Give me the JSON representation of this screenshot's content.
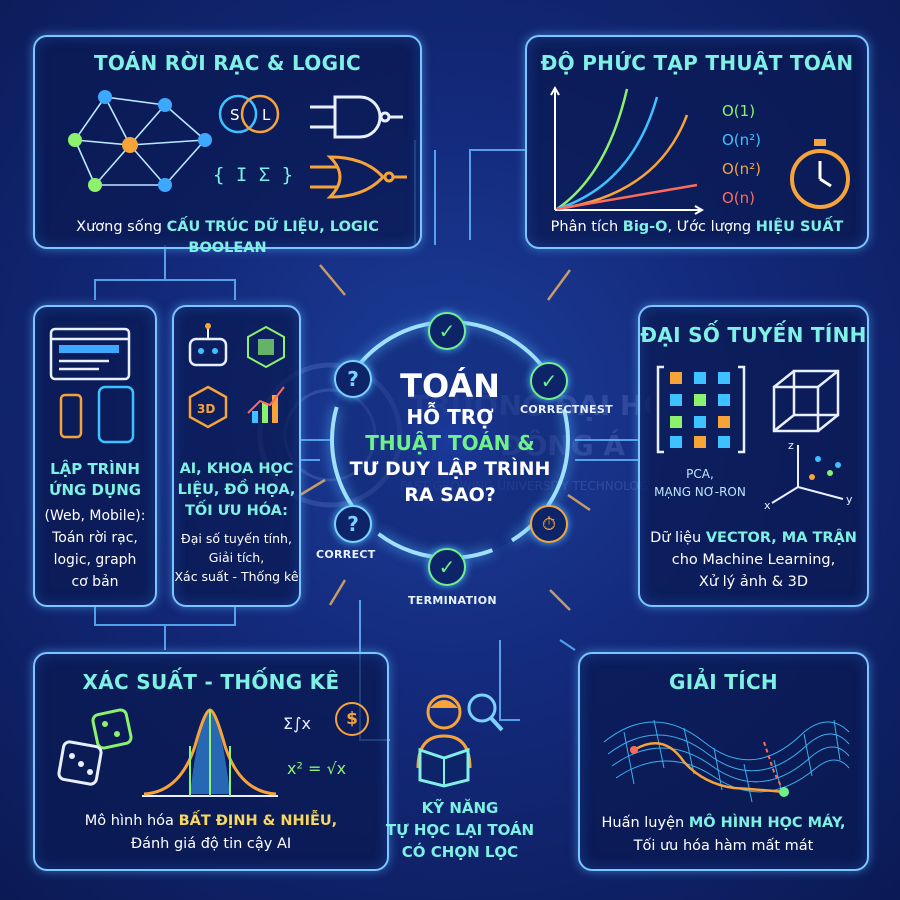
{
  "center": {
    "line1": "TOÁN",
    "line2": "HỖ TRỢ",
    "line3": "THUẬT TOÁN &",
    "line4": "TƯ DUY LẬP TRÌNH",
    "line5": "RA SAO?",
    "tags": {
      "correctnest": "CORRECTNEST",
      "correct": "CORRECT",
      "termination": "TERMINATION"
    },
    "question_mark": "?"
  },
  "discrete": {
    "title": "TOÁN RỜI RẠC & LOGIC",
    "caption_prefix": "Xương sống ",
    "caption_highlight": "CẤU TRÚC DỮ LIỆU, LOGIC BOOLEAN",
    "venn_left": "S",
    "venn_right": "L",
    "set_symbol": "{ I Σ }"
  },
  "complexity": {
    "title": "ĐỘ PHỨC TẠP THUẬT TOÁN",
    "legend": [
      "O(1)",
      "O(n²)",
      "O(n²)",
      "O(n)"
    ],
    "caption_prefix": "Phân tích ",
    "caption_hl1": "Big-O",
    "caption_mid": ", Ước lượng ",
    "caption_hl2": "HIỆU SUẤT"
  },
  "app_dev": {
    "title1": "LẬP TRÌNH",
    "title2": "ỨNG DỤNG",
    "body1": "(Web, Mobile):",
    "body2": "Toán rời rạc,",
    "body3": "logic, graph",
    "body4": "cơ bản"
  },
  "ai": {
    "title1": "AI, KHOA HỌC",
    "title2": "LIỆU, ĐỒ HỌA,",
    "title3": "TỐI ƯU HÓA:",
    "body1": "Đại số tuyến tính,",
    "body2": "Giải tích,",
    "body3": "Xác suất - Thống kê",
    "hex_label": "3D"
  },
  "linear_algebra": {
    "title": "ĐẠI SỐ TUYẾN TÍNH",
    "pca1": "PCA,",
    "pca2": "MẠNG NƠ-RON",
    "axis_z": "z",
    "axis_x": "x",
    "axis_y": "y",
    "cap1_prefix": "Dữ liệu ",
    "cap1_hl": "VECTOR, MA TRẬN",
    "cap2": "cho Machine Learning,",
    "cap3": "Xử lý ảnh & 3D"
  },
  "probability": {
    "title": "XÁC SUẤT - THỐNG KÊ",
    "formula1": "Σ∫x",
    "formula2": "x² = √x",
    "coin": "$",
    "cap1_prefix": "Mô hình hóa ",
    "cap1_hl": "BẤT ĐỊNH & NHIỄU,",
    "cap2": "Đánh giá độ tin cậy AI"
  },
  "self_study": {
    "line1": "KỸ NĂNG",
    "line2": "TỰ HỌC LẠI TOÁN",
    "line3": "CÓ CHỌN LỌC"
  },
  "calculus": {
    "title": "GIẢI TÍCH",
    "cap1_prefix": "Huấn luyện ",
    "cap1_hl": "MÔ HÌNH HỌC MÁY,",
    "cap2": "Tối ưu hóa hàm mất mát"
  },
  "watermark": {
    "text1": "TRƯỜNG ĐẠI HỌC",
    "text2": "ĐÔNG Á",
    "text3": "FAST GROWING UNIVERSITY TECHNOLOGY"
  },
  "colors": {
    "accent": "#7ff0e4",
    "highlight": "#f7d85c",
    "border": "#7cc6ff",
    "center_green": "#6ff08a"
  }
}
